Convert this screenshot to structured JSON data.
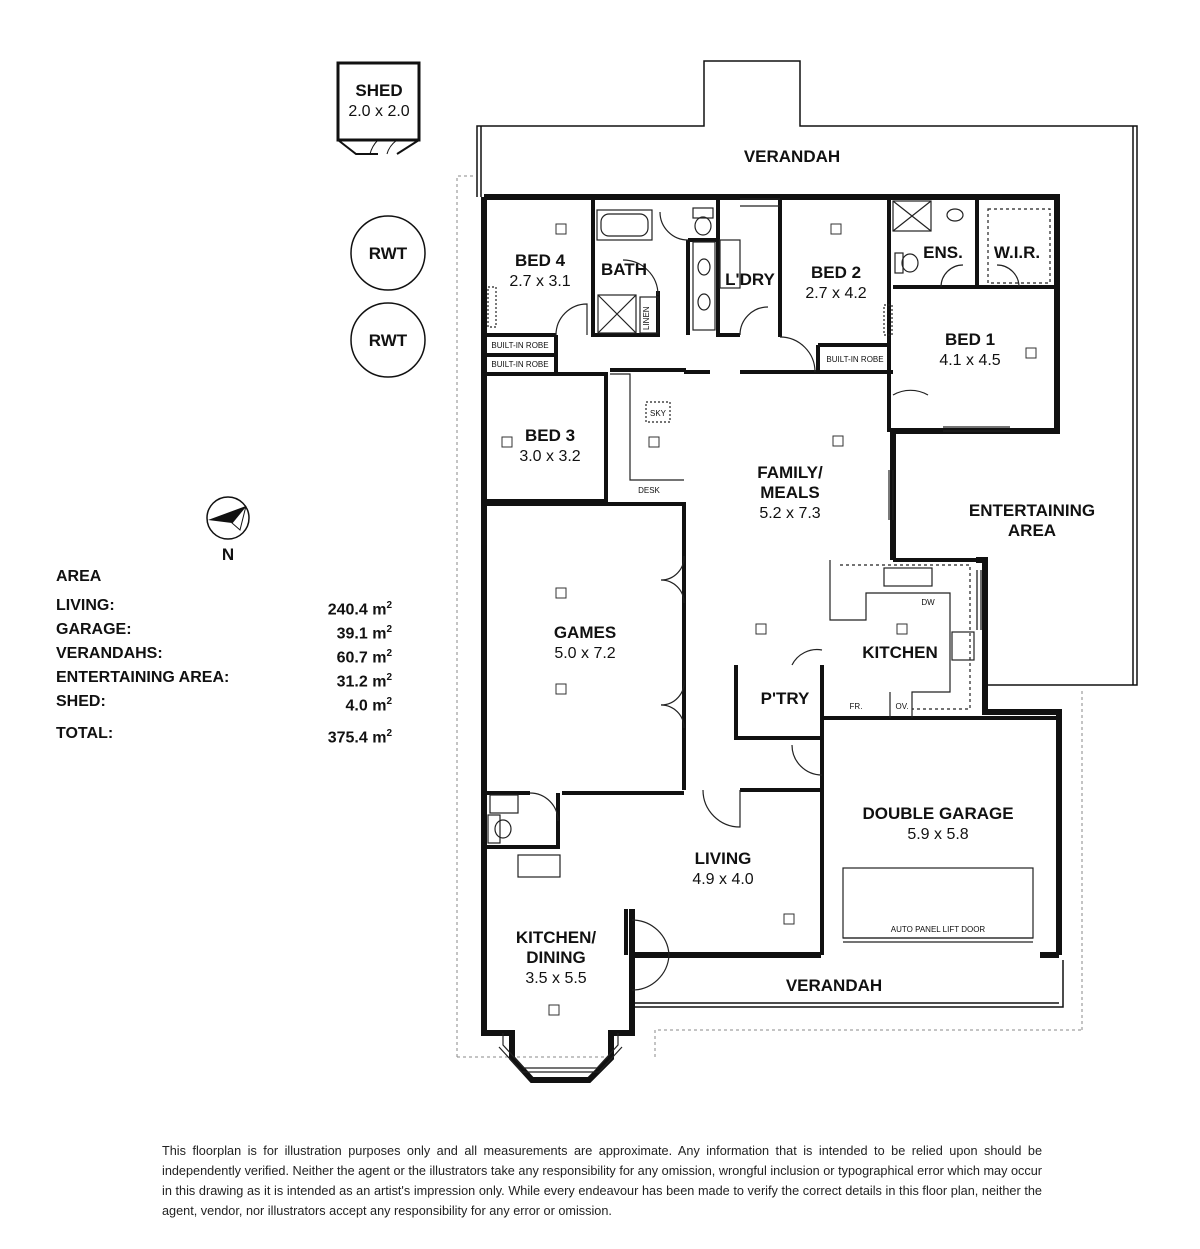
{
  "outbuildings": {
    "shed": {
      "name": "SHED",
      "dims": "2.0 x 2.0"
    },
    "rwt": [
      "RWT",
      "RWT"
    ]
  },
  "rooms": {
    "verandah_top": "VERANDAH",
    "verandah_bottom": "VERANDAH",
    "bed4": {
      "name": "BED 4",
      "dims": "2.7 x 3.1"
    },
    "bath": "BATH",
    "linen": "LINEN",
    "laundry": "L'DRY",
    "bed2": {
      "name": "BED 2",
      "dims": "2.7 x 4.2"
    },
    "ensuite": "ENS.",
    "wir": "W.I.R.",
    "bed1": {
      "name": "BED 1",
      "dims": "4.1 x 4.5"
    },
    "builtin_robe_bed4": "BUILT-IN ROBE",
    "builtin_robe_bed3": "BUILT-IN ROBE",
    "builtin_robe_bed2": "BUILT-IN ROBE",
    "bed3": {
      "name": "BED 3",
      "dims": "3.0 x 3.2"
    },
    "sky": "SKY",
    "desk": "DESK",
    "family": {
      "name_line1": "FAMILY/",
      "name_line2": "MEALS",
      "dims": "5.2 x 7.3"
    },
    "entertaining": {
      "line1": "ENTERTAINING",
      "line2": "AREA"
    },
    "games": {
      "name": "GAMES",
      "dims": "5.0 x 7.2"
    },
    "kitchen": "KITCHEN",
    "dw": "DW",
    "pantry": "P'TRY",
    "fr": "FR.",
    "ov": "OV.",
    "garage": {
      "name": "DOUBLE GARAGE",
      "dims": "5.9 x 5.8"
    },
    "garage_door": "AUTO PANEL LIFT DOOR",
    "living": {
      "name": "LIVING",
      "dims": "4.9 x 4.0"
    },
    "kitchen_dining": {
      "line1": "KITCHEN/",
      "line2": "DINING",
      "dims": "3.5 x 5.5"
    }
  },
  "compass": {
    "label": "N"
  },
  "area_summary": {
    "title": "AREA",
    "rows": [
      {
        "label": "LIVING:",
        "value": "240.4 m",
        "sup": "2"
      },
      {
        "label": "GARAGE:",
        "value": "39.1 m",
        "sup": "2"
      },
      {
        "label": "VERANDAHS:",
        "value": "60.7 m",
        "sup": "2"
      },
      {
        "label": "ENTERTAINING AREA:",
        "value": "31.2 m",
        "sup": "2"
      },
      {
        "label": "SHED:",
        "value": "4.0 m",
        "sup": "2"
      }
    ],
    "total": {
      "label": "TOTAL:",
      "value": "375.4 m",
      "sup": "2"
    }
  },
  "disclaimer": "This floorplan is for illustration purposes only and all measurements are approximate. Any information that is intended to be relied upon should be independently verified. Neither the agent or the illustrators take any responsibility for any omission, wrongful inclusion or typographical error which may occur in this drawing as it is intended as an artist's impression only. While every endeavour has been made to verify the correct details in this floor plan, neither the agent, vendor, nor illustrators accept any responsibility for any error or omission.",
  "colors": {
    "wall": "#111111",
    "thin": "#222222",
    "dashed": "#888888",
    "background": "#ffffff"
  }
}
